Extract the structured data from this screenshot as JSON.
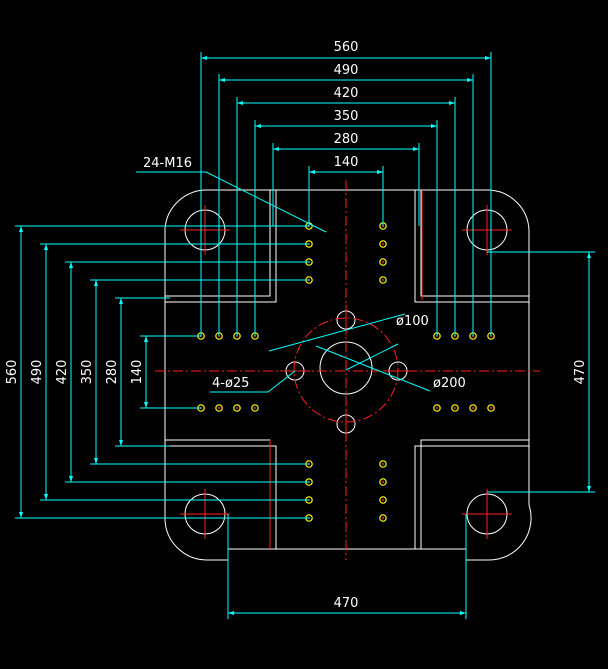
{
  "drawing": {
    "top_dims": [
      "560",
      "490",
      "420",
      "350",
      "280",
      "140"
    ],
    "left_dims": [
      "560",
      "490",
      "420",
      "350",
      "280",
      "140"
    ],
    "right_dim": "470",
    "bottom_dim": "470",
    "thread_callout": "24-M16",
    "hole_callout": "4-ø25",
    "circle_small": "ø100",
    "circle_large": "ø200"
  },
  "colors": {
    "outline": "#ffffff",
    "dimension": "#00ffff",
    "centerline": "#ff2020",
    "thread_holes": "#ffff00"
  }
}
